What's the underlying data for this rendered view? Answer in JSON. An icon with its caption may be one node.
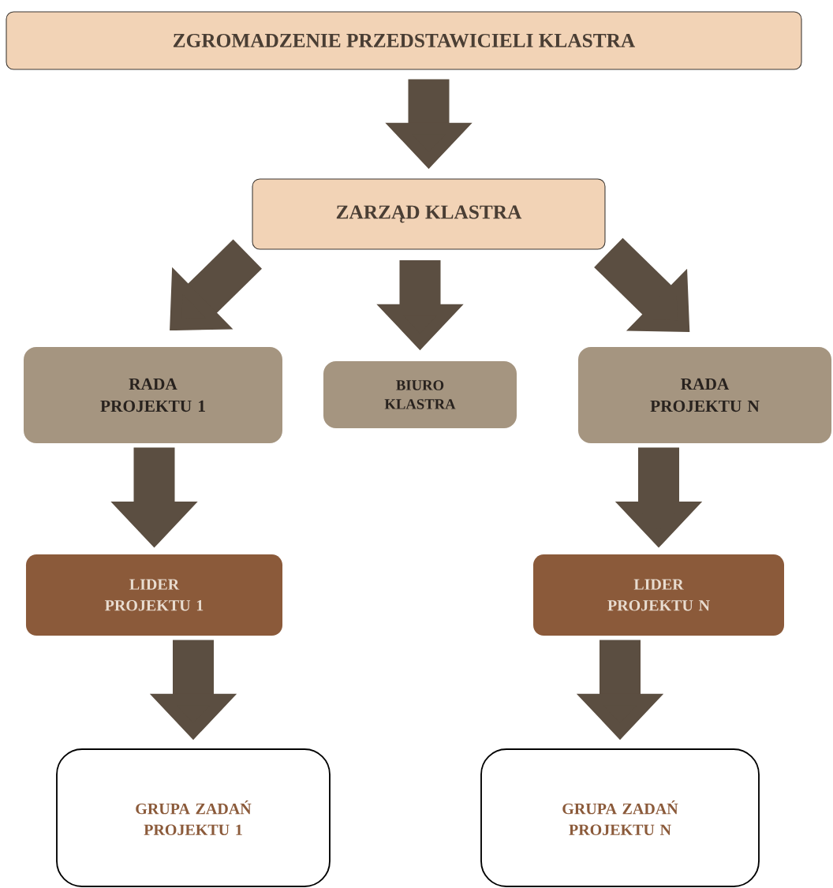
{
  "diagram": {
    "nodes": [
      {
        "text": [
          "ZGROMADZENIE PRZEDSTAWICIELI KLASTRA"
        ]
      },
      {
        "text": [
          "ZARZĄD KLASTRA"
        ]
      },
      {
        "text": [
          "RADA PROJEKTU 1"
        ]
      },
      {
        "text": [
          "BIURO KLASTRA"
        ]
      },
      {
        "text": [
          "RADA PROJEKTU N"
        ]
      },
      {
        "text": [
          "LIDER PROJEKTU 1"
        ]
      },
      {
        "text": [
          "LIDER PROJEKTU N"
        ]
      },
      {
        "text": [
          "GRUPA ZADAŃ PROJEKTU 1"
        ]
      },
      {
        "text": [
          "GRUPA ZADAŃ PROJEKTU N"
        ]
      }
    ],
    "edges": [
      {
        "from": 0,
        "to": 1,
        "arrow": "to"
      },
      {
        "from": 1,
        "to": 2,
        "arrow": "to"
      },
      {
        "from": 1,
        "to": 3,
        "arrow": "to"
      },
      {
        "from": 1,
        "to": 4,
        "arrow": "to"
      },
      {
        "from": 2,
        "to": 5,
        "arrow": "to"
      },
      {
        "from": 4,
        "to": 6,
        "arrow": "to"
      },
      {
        "from": 5,
        "to": 7,
        "arrow": "to"
      },
      {
        "from": 6,
        "to": 8,
        "arrow": "to"
      }
    ]
  }
}
